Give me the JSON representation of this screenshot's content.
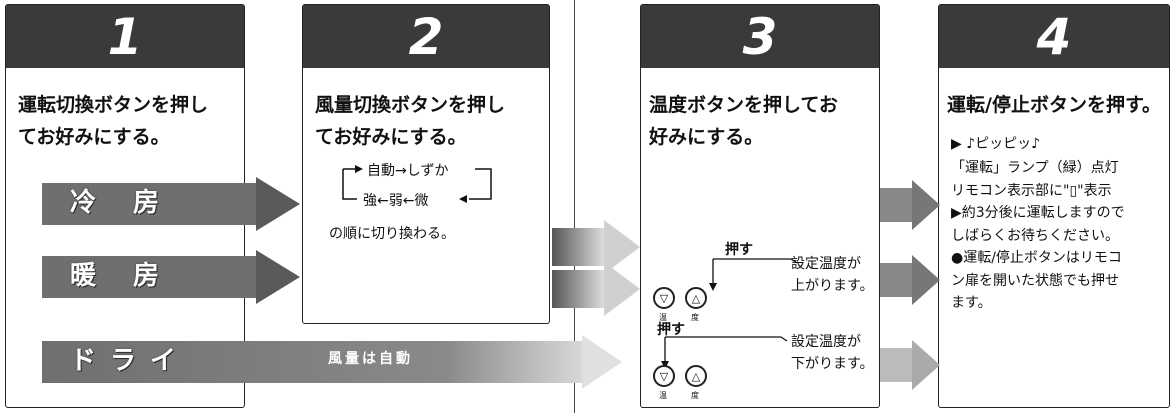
{
  "steps": [
    {
      "number": "1",
      "title_lines": [
        "運転切換ボタンを押し",
        "てお好みにする。"
      ]
    },
    {
      "number": "2",
      "title_lines": [
        "風量切換ボタンを押し",
        "てお好みにする。"
      ],
      "cycle": {
        "top": "自動→しずか",
        "bottom": "強←弱←微"
      },
      "note": "の順に切り換わる。"
    },
    {
      "number": "3",
      "title_lines": [
        "温度ボタンを押してお",
        "好みにする。"
      ]
    },
    {
      "number": "4",
      "title_lines": [
        "運転/停止ボタンを押す。"
      ]
    }
  ],
  "modes": {
    "cool": "冷 房",
    "heat": "暖 房",
    "dry": "ドライ",
    "dry_note": "風量は自動"
  },
  "temp": {
    "up": {
      "press": "押す",
      "desc_lines": [
        "設定温度が",
        "上がります。"
      ]
    },
    "down": {
      "press": "押す",
      "desc_lines": [
        "設定温度が",
        "下がります。"
      ]
    },
    "btn_label_1": "温",
    "btn_label_2": "度",
    "down_symbol": "▽",
    "up_symbol": "△"
  },
  "step4": {
    "sound": "▶ ♪ピッピッ♪",
    "lines": [
      "「運転」ランプ（緑）点灯",
      "リモコン表示部に\"▯\"表示",
      "▶約3分後に運転しますので",
      "しばらくお待ちください。",
      "●運転/停止ボタンはリモコ",
      "ン扉を開いた状態でも押せ",
      "ます。"
    ]
  }
}
